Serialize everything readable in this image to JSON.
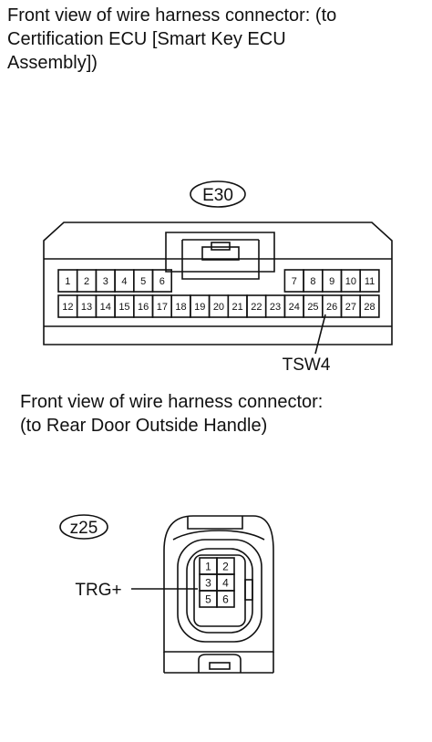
{
  "connector_e30": {
    "caption": "Front view of wire harness connector: (to\nCertification ECU [Smart Key ECU\nAssembly])",
    "code": "E30",
    "row_top": [
      "1",
      "2",
      "3",
      "4",
      "5",
      "6",
      "7",
      "8",
      "9",
      "10",
      "11"
    ],
    "row_bottom": [
      "12",
      "13",
      "14",
      "15",
      "16",
      "17",
      "18",
      "19",
      "20",
      "21",
      "22",
      "23",
      "24",
      "25",
      "26",
      "27",
      "28"
    ],
    "callout_label": "TSW4"
  },
  "connector_z25": {
    "caption": "Front view of wire harness connector:\n(to Rear Door Outside Handle)",
    "code": "z25",
    "pins": [
      "1",
      "2",
      "3",
      "4",
      "5",
      "6"
    ],
    "callout_label": "TRG+"
  }
}
